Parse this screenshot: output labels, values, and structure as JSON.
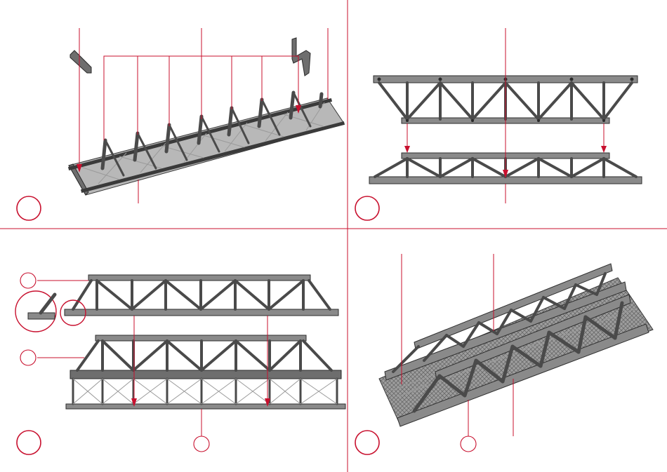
{
  "colors": {
    "accent": "#c8102e",
    "truss_light": "#b8b8b8",
    "truss_dark": "#3a3a3a"
  },
  "panels": [
    {
      "id": "panel-1",
      "step_label": "",
      "callouts": []
    },
    {
      "id": "panel-2",
      "step_label": "",
      "callouts": []
    },
    {
      "id": "panel-3",
      "step_label": "",
      "callouts": [
        "",
        "",
        ""
      ]
    },
    {
      "id": "panel-4",
      "step_label": "",
      "callouts": [
        ""
      ]
    }
  ]
}
